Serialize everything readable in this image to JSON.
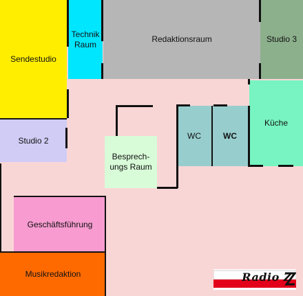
{
  "rooms": {
    "sendestudio": "Sendestudio",
    "technik": "Technik\nRaum",
    "redaktion": "Redaktionsraum",
    "studio3": "Studio 3",
    "studio2": "Studio 2",
    "besprechung": "Besprech-\nungs Raum",
    "wc1": "WC",
    "wc2": "WC",
    "kueche": "Küche",
    "geschaeft": "Geschäftsführung",
    "musik": "Musikredaktion"
  },
  "logo": {
    "text": "Radio Z"
  },
  "colors": {
    "corridor": "#f9d6d6",
    "sendestudio": "#ffee00",
    "technik": "#00e6ff",
    "redaktion": "#b6b6b6",
    "studio3": "#8caf8c",
    "studio2": "#d0ccf5",
    "besprechung": "#d8fbd8",
    "wc": "#98cdcd",
    "kueche": "#77f4c1",
    "geschaeft": "#f79bd0",
    "musik": "#ff6a00"
  }
}
